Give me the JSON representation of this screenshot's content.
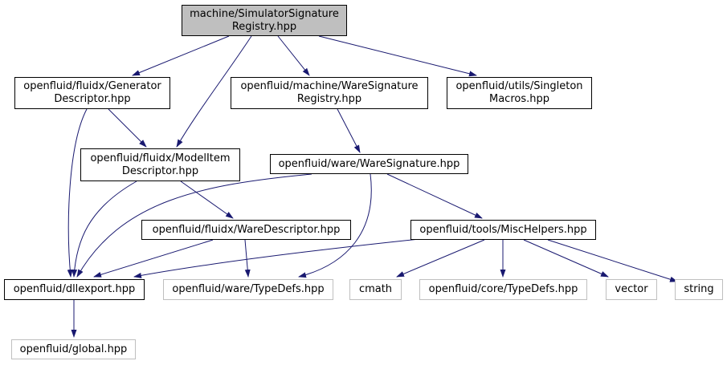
{
  "colors": {
    "edge": "#191970",
    "node_border": "#000000",
    "external_border": "#bfbfbf",
    "root_fill": "#bfbfbf"
  },
  "nodes": {
    "root": "machine/SimulatorSignature\nRegistry.hpp",
    "generator_descriptor": "openfluid/fluidx/Generator\nDescriptor.hpp",
    "ware_signature_registry": "openfluid/machine/WareSignature\nRegistry.hpp",
    "singleton_macros": "openfluid/utils/Singleton\nMacros.hpp",
    "model_item_descriptor": "openfluid/fluidx/ModelItem\nDescriptor.hpp",
    "ware_signature": "openfluid/ware/WareSignature.hpp",
    "ware_descriptor": "openfluid/fluidx/WareDescriptor.hpp",
    "misc_helpers": "openfluid/tools/MiscHelpers.hpp",
    "dllexport": "openfluid/dllexport.hpp",
    "ware_typedefs": "openfluid/ware/TypeDefs.hpp",
    "cmath": "cmath",
    "core_typedefs": "openfluid/core/TypeDefs.hpp",
    "vector": "vector",
    "string": "string",
    "global": "openfluid/global.hpp"
  }
}
